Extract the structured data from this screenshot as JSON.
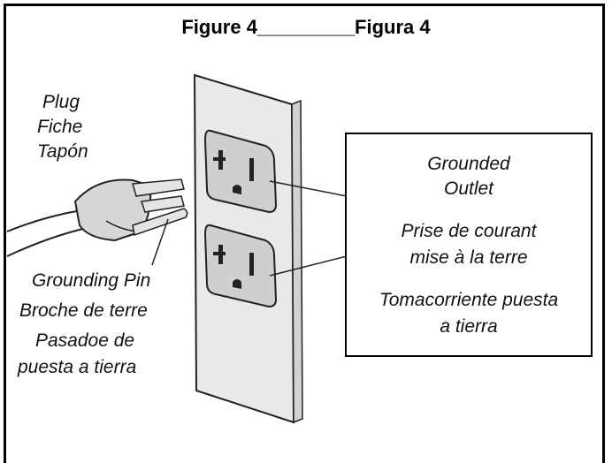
{
  "title": "Figure 4_________Figura 4",
  "plug_labels": [
    "Plug",
    "Fiche",
    "Tapón"
  ],
  "pin_labels": [
    "Grounding Pin",
    "Broche de terre",
    "Pasadoe de",
    "puesta a tierra"
  ],
  "outlet_labels": [
    "Grounded",
    "Outlet",
    "Prise de courant",
    "mise à la terre",
    "Tomacorriente puesta",
    "a tierra"
  ]
}
